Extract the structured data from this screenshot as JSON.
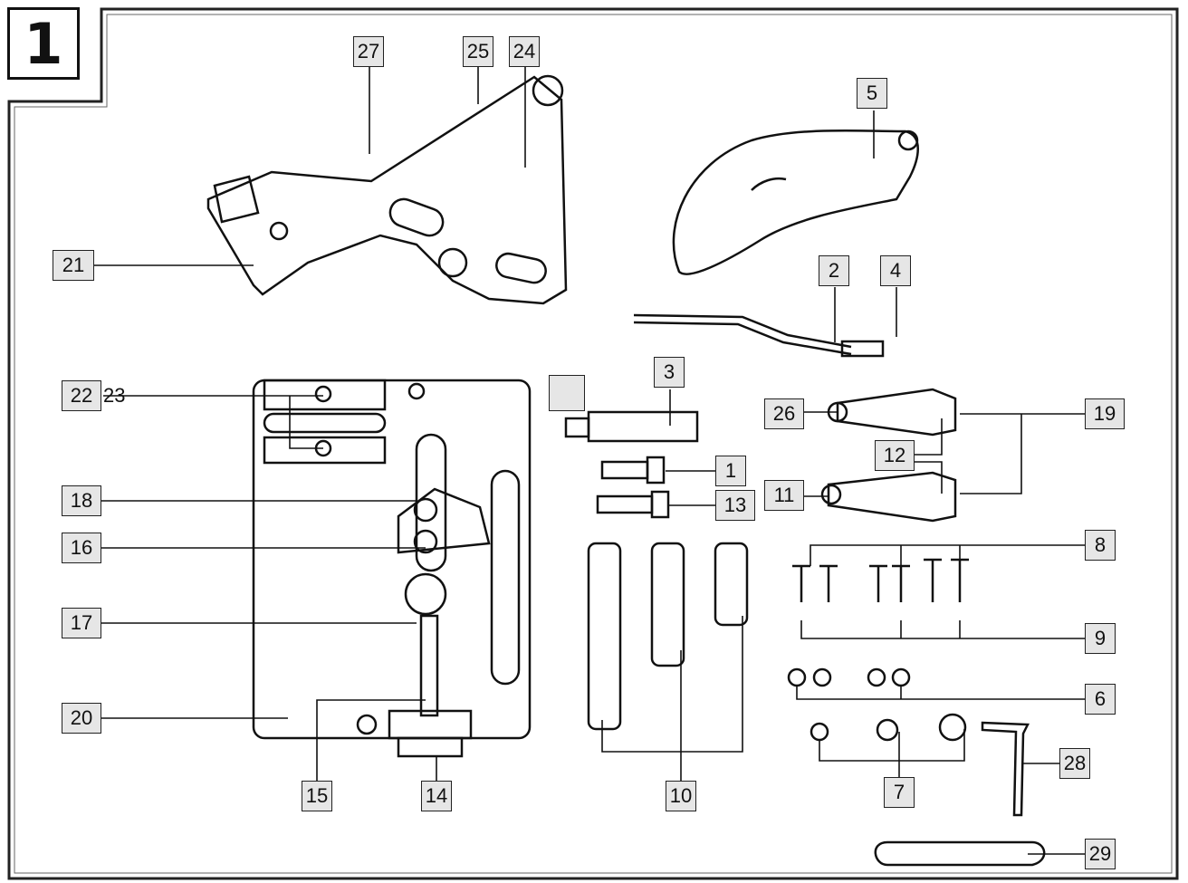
{
  "diagram": {
    "figure_number": "1",
    "callouts": [
      "27",
      "25",
      "24",
      "5",
      "21",
      "2",
      "4",
      "22",
      "23",
      "3",
      "26",
      "19",
      "12",
      "1",
      "18",
      "13",
      "11",
      "16",
      "8",
      "17",
      "9",
      "20",
      "6",
      "15",
      "14",
      "10",
      "7",
      "28",
      "29"
    ]
  }
}
